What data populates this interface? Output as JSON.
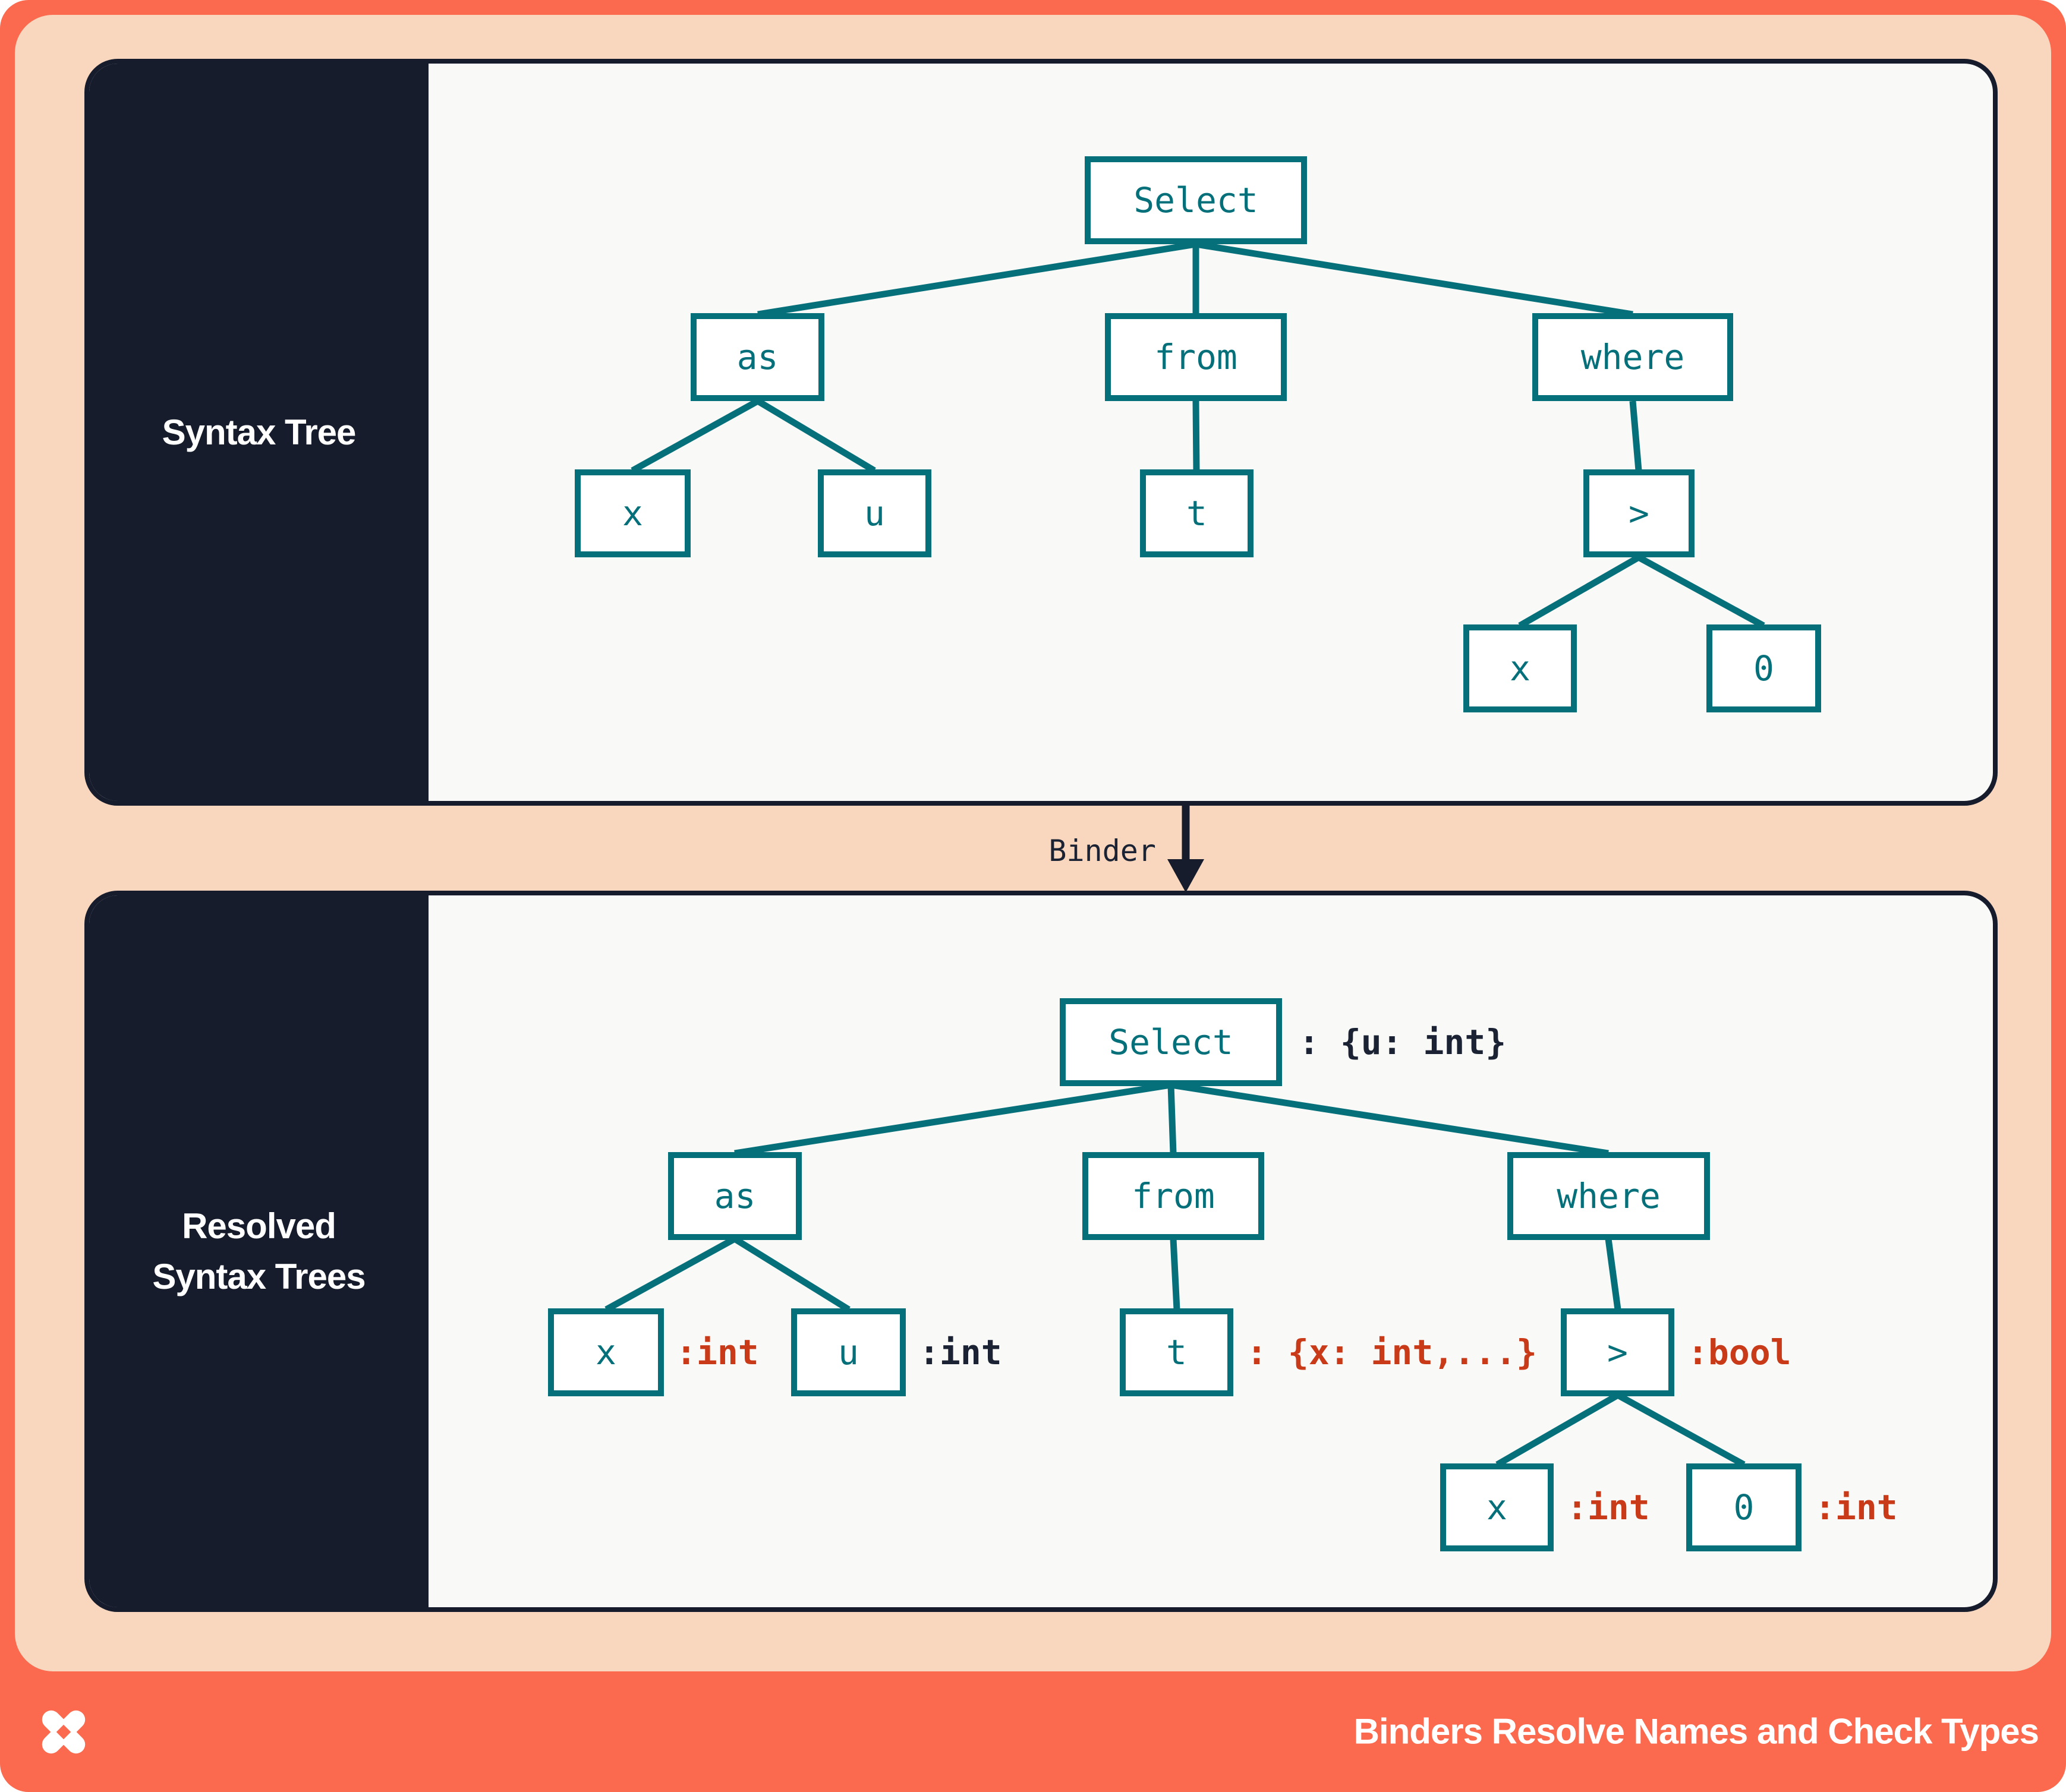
{
  "colors": {
    "background_orange": "#FB6A4E",
    "peach": "#F8D7BE",
    "panel_background": "#F9F9F7",
    "navy": "#161C2C",
    "teal": "#06707A",
    "annotation_red": "#C93A18",
    "annotation_dark": "#1A2233",
    "white": "#FFFFFF"
  },
  "panel_syntax": {
    "sidebar_label": "Syntax Tree"
  },
  "panel_resolved": {
    "sidebar_label_line1": "Resolved",
    "sidebar_label_line2": "Syntax Trees"
  },
  "binder": {
    "label": "Binder"
  },
  "footer": {
    "title": "Binders Resolve Names and Check Types",
    "logo": "pinwheel-x-logo"
  },
  "syntax_tree": {
    "nodes": {
      "select": {
        "label": "Select"
      },
      "as": {
        "label": "as"
      },
      "from": {
        "label": "from"
      },
      "where": {
        "label": "where"
      },
      "x_as": {
        "label": "x"
      },
      "u_as": {
        "label": "u"
      },
      "t_from": {
        "label": "t"
      },
      "gt": {
        "label": ">"
      },
      "x_gt": {
        "label": "x"
      },
      "zero_gt": {
        "label": "0"
      }
    }
  },
  "resolved_tree": {
    "nodes": {
      "select": {
        "label": "Select",
        "annotation": ": {u: int}"
      },
      "as": {
        "label": "as"
      },
      "from": {
        "label": "from"
      },
      "where": {
        "label": "where"
      },
      "x_as": {
        "label": "x",
        "annotation": ":int"
      },
      "u_as": {
        "label": "u",
        "annotation": ":int"
      },
      "t_from": {
        "label": "t",
        "annotation": ": {x: int,...}"
      },
      "gt": {
        "label": ">",
        "annotation": ":bool"
      },
      "x_gt": {
        "label": "x",
        "annotation": ":int"
      },
      "zero_gt": {
        "label": "0",
        "annotation": ":int"
      }
    }
  }
}
